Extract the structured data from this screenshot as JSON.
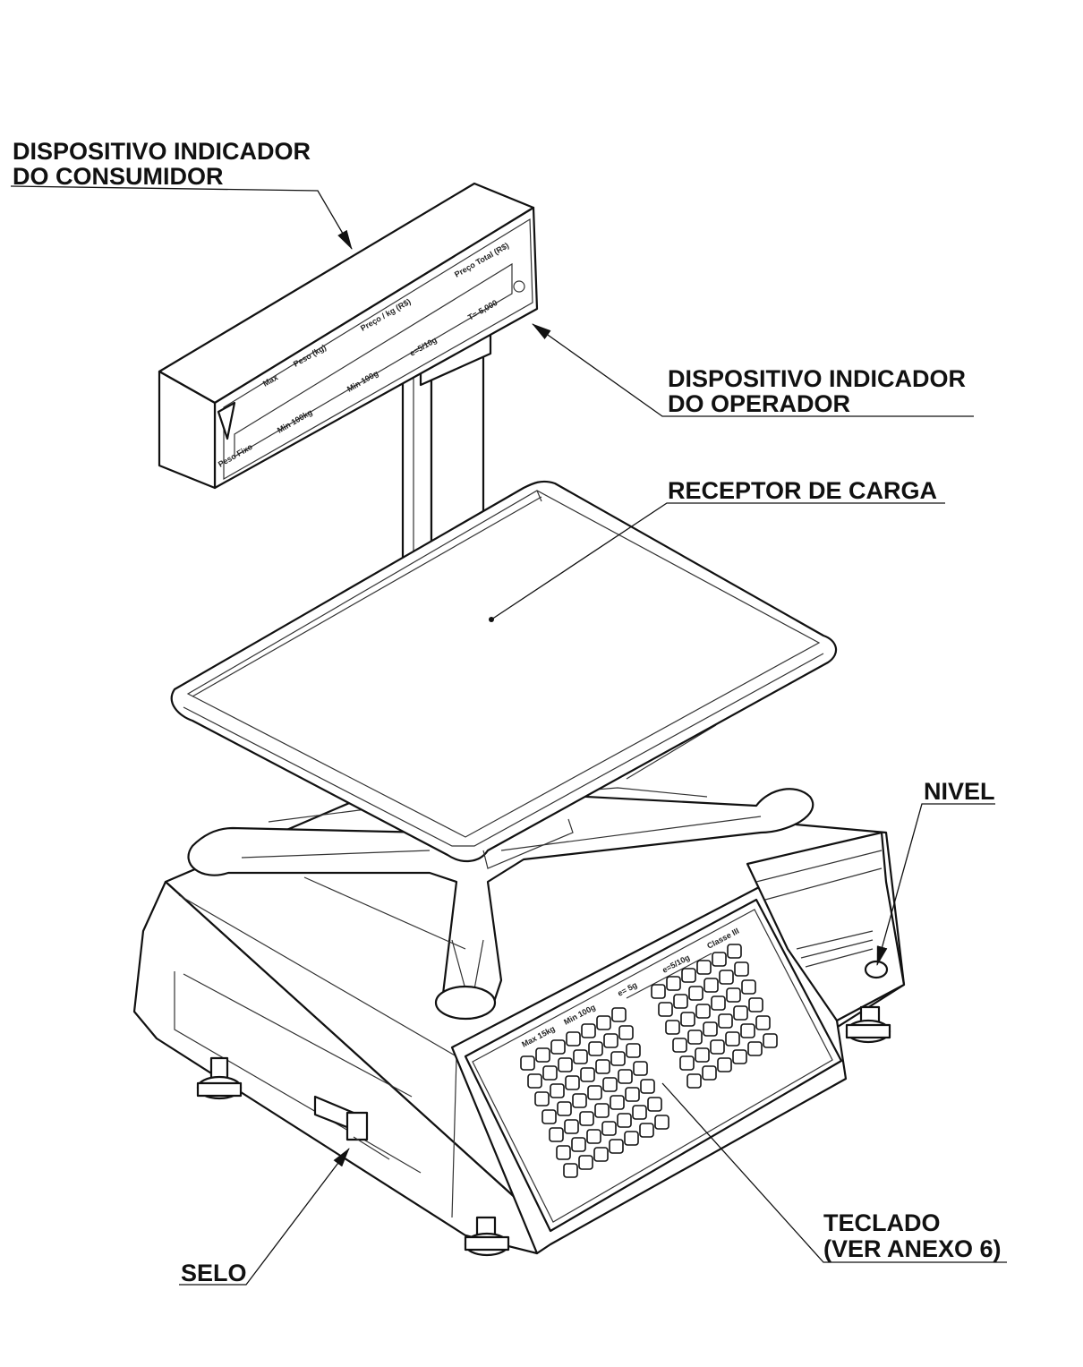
{
  "labels": {
    "consumidor_l1": "DISPOSITIVO INDICADOR",
    "consumidor_l2": "DO CONSUMIDOR",
    "operador_l1": "DISPOSITIVO INDICADOR",
    "operador_l2": "DO OPERADOR",
    "receptor": "RECEPTOR DE CARGA",
    "nivel": "NIVEL",
    "teclado_l1": "TECLADO",
    "teclado_l2": "(VER ANEXO 6)",
    "selo": "SELO"
  },
  "display_text": {
    "d1": "Max",
    "d2": "Peso (kg)",
    "d3": "Preço / kg (R$)",
    "d4": "Preço Total (R$)",
    "d5": "Min 100g",
    "d6": "e=5/10g",
    "d7": "T=-5,000",
    "d8": "Min 100kg",
    "d9": "Peso Fixo"
  },
  "panel_text": {
    "max": "Max 15kg",
    "min": "Min 100g",
    "e": "e= 5g",
    "range": "e=5/10g",
    "cls": "Classe III"
  },
  "keypads": {
    "left": {
      "rows": 7,
      "cols": 7
    },
    "right": {
      "rows": 6,
      "cols": 6
    }
  }
}
